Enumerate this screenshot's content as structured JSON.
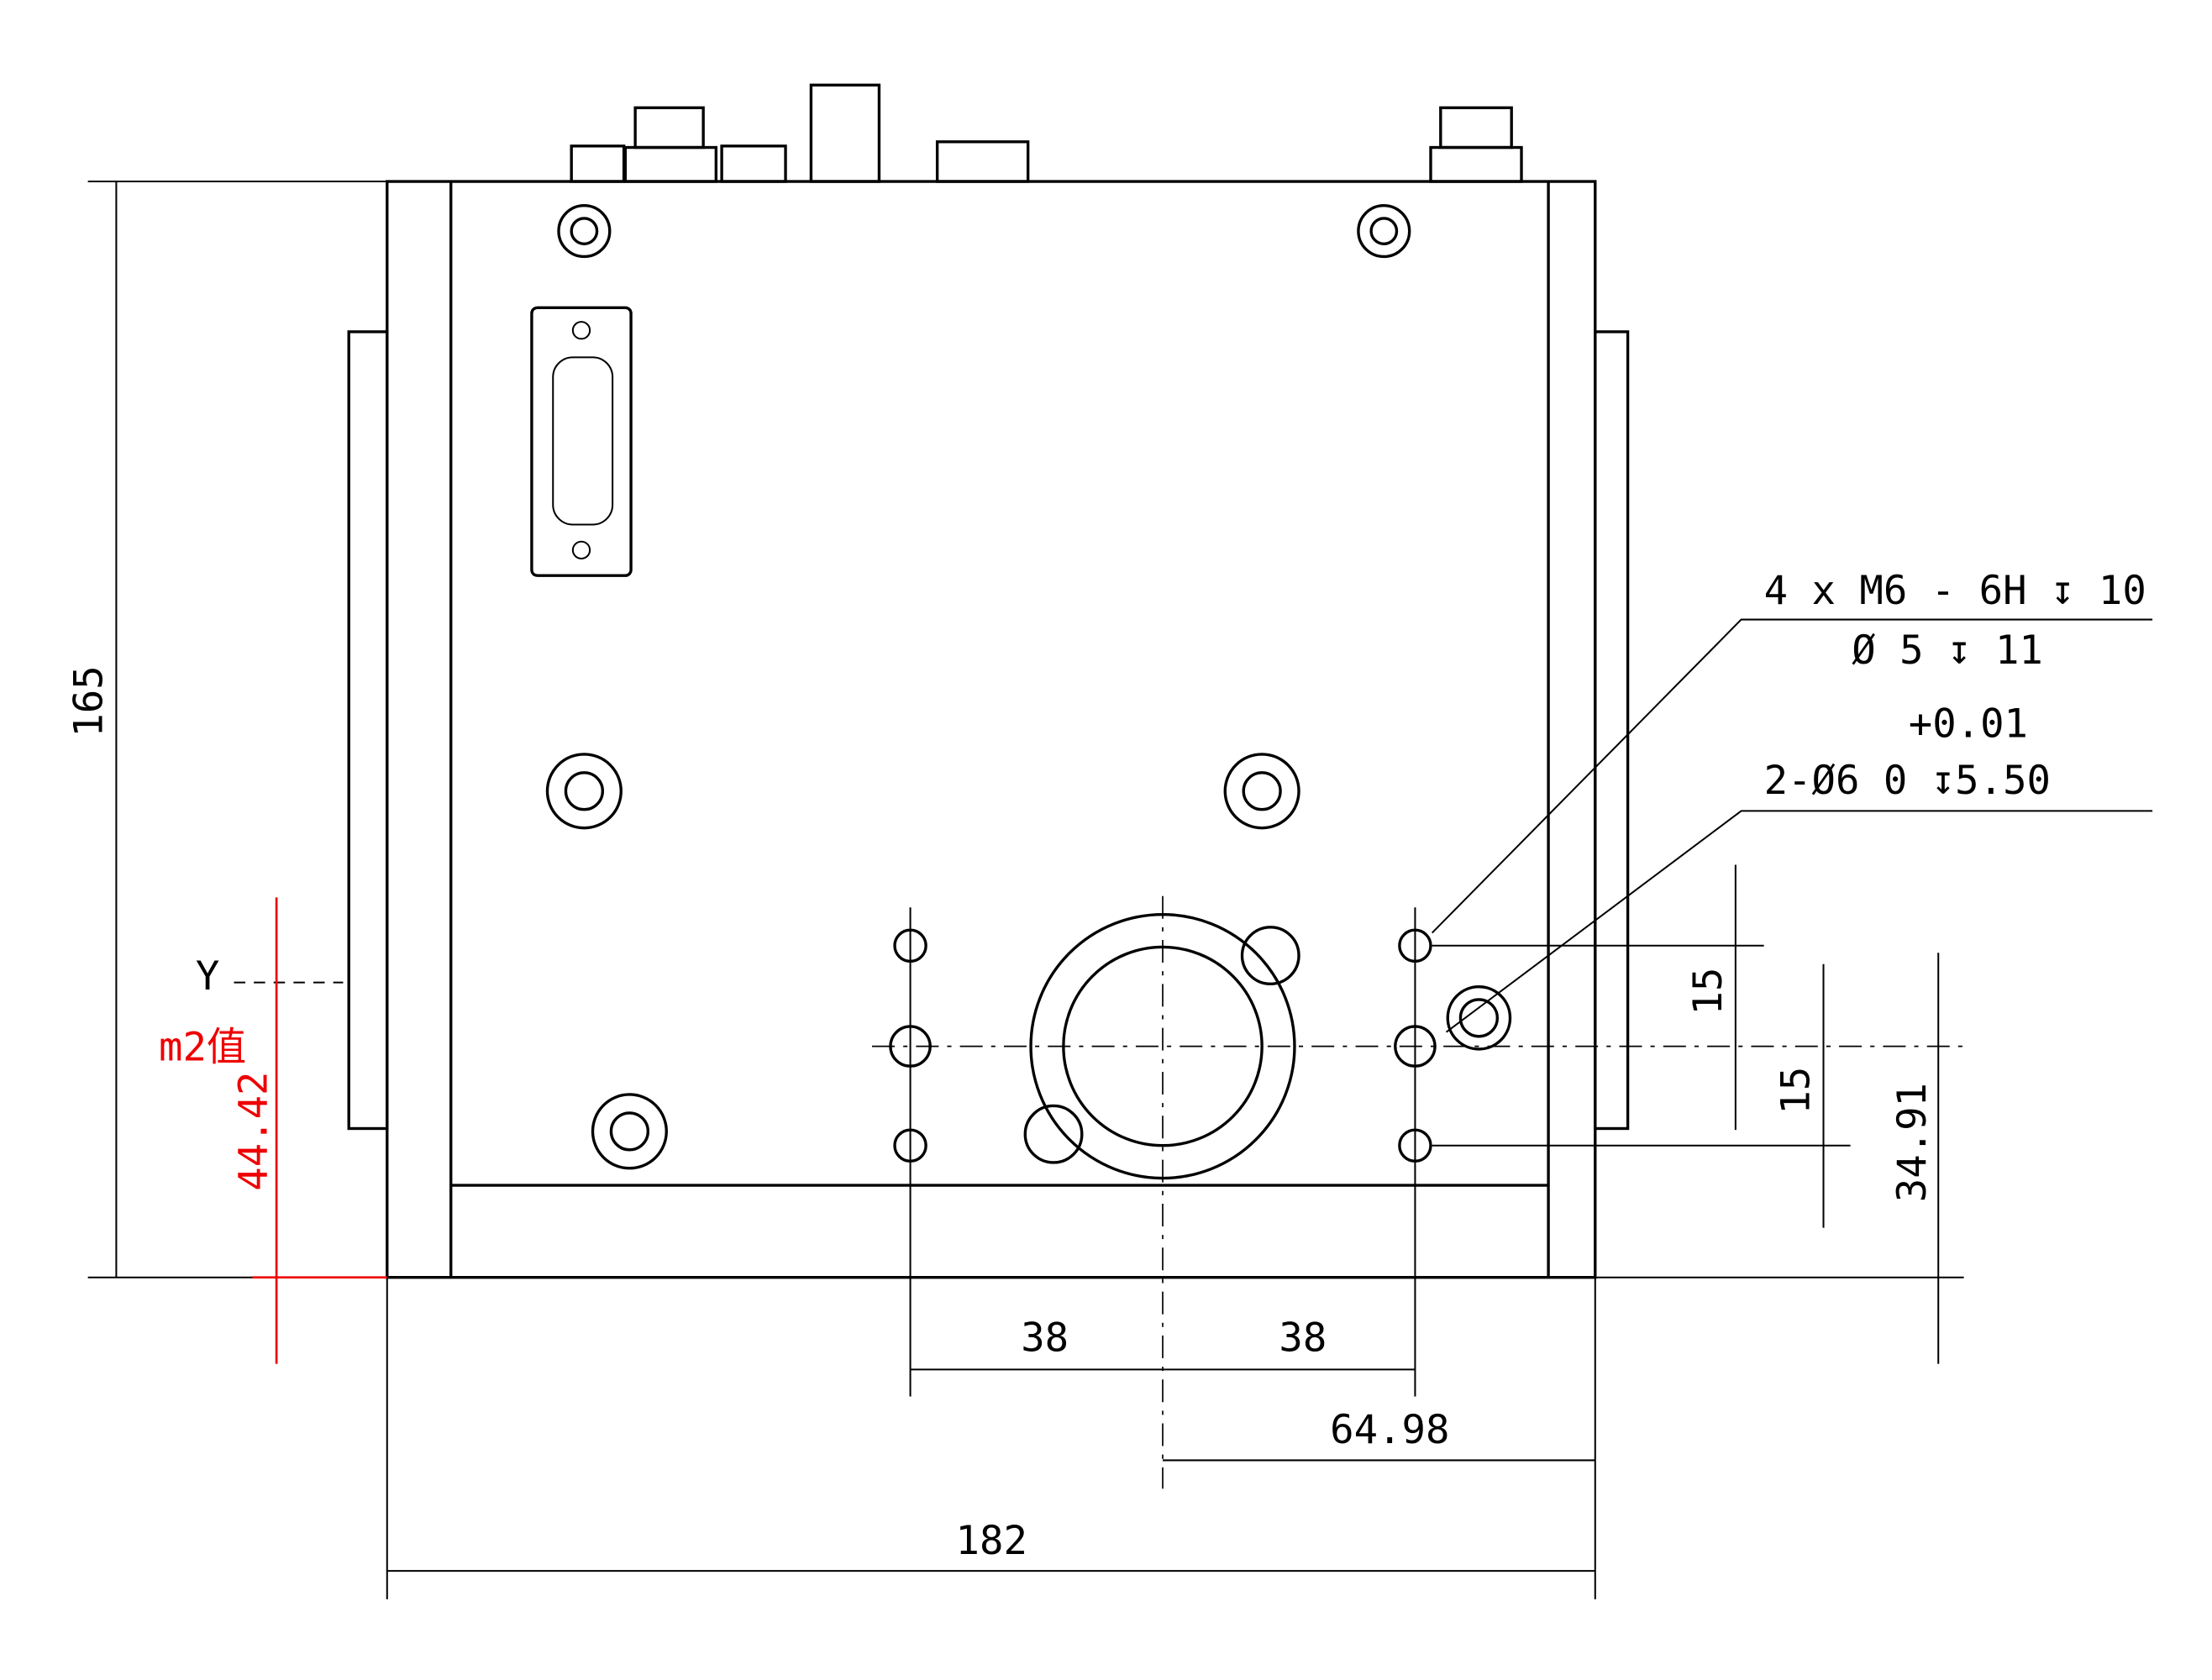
{
  "dims": {
    "height": "165",
    "width": "182",
    "d1": "38",
    "d2": "38",
    "d3": "64.98",
    "d4": "15",
    "d5": "15",
    "d6": "34.91",
    "d7": "44.42"
  },
  "labels": {
    "y": "Y",
    "m2": "m2值"
  },
  "callouts": {
    "c1": "4 x  M6 - 6H ↧ 10",
    "c2": "Ø 5 ↧ 11",
    "c3": "+0.01",
    "c4": "2-Ø6  0   ↧5.50"
  }
}
